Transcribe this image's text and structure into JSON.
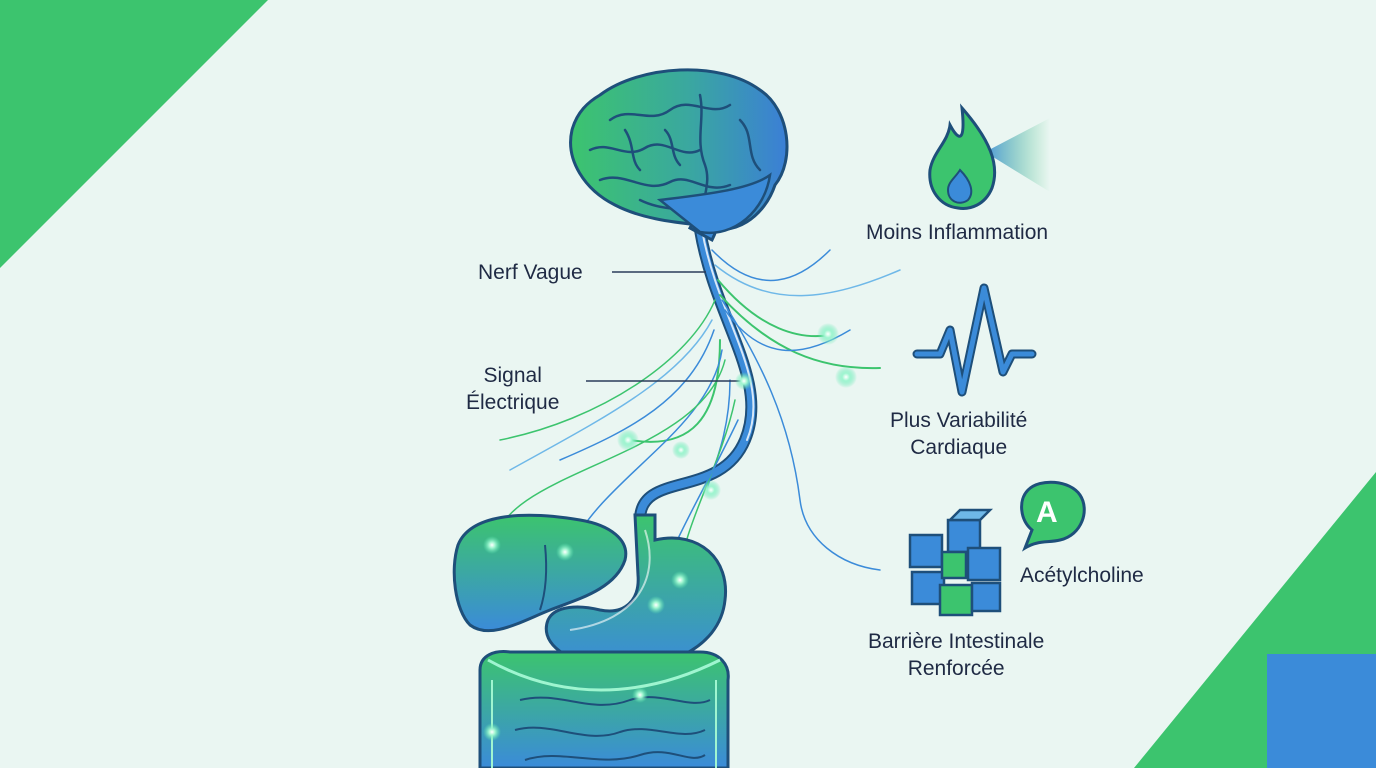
{
  "labels": {
    "nerf_vague": "Nerf Vague",
    "signal": [
      "Signal",
      "Électrique"
    ],
    "inflammation": "Moins Inflammation",
    "variabilite": [
      "Plus Variabilité",
      "Cardiaque"
    ],
    "acetylcholine": "Acétylcholine",
    "acetylcholine_badge": "A",
    "barriere": [
      "Barrière Intestinale",
      "Renforcée"
    ]
  },
  "icons": {
    "brain": "brain-icon",
    "flame": "flame-icon",
    "heartbeat": "heartbeat-icon",
    "cubes": "cube-cluster-icon",
    "badge": "speech-bubble-icon"
  },
  "colors": {
    "background": "#eaf6f2",
    "green": "#3cc46e",
    "blue": "#3b8bd9",
    "outline": "#1e4f7a",
    "text": "#1f2a44"
  }
}
